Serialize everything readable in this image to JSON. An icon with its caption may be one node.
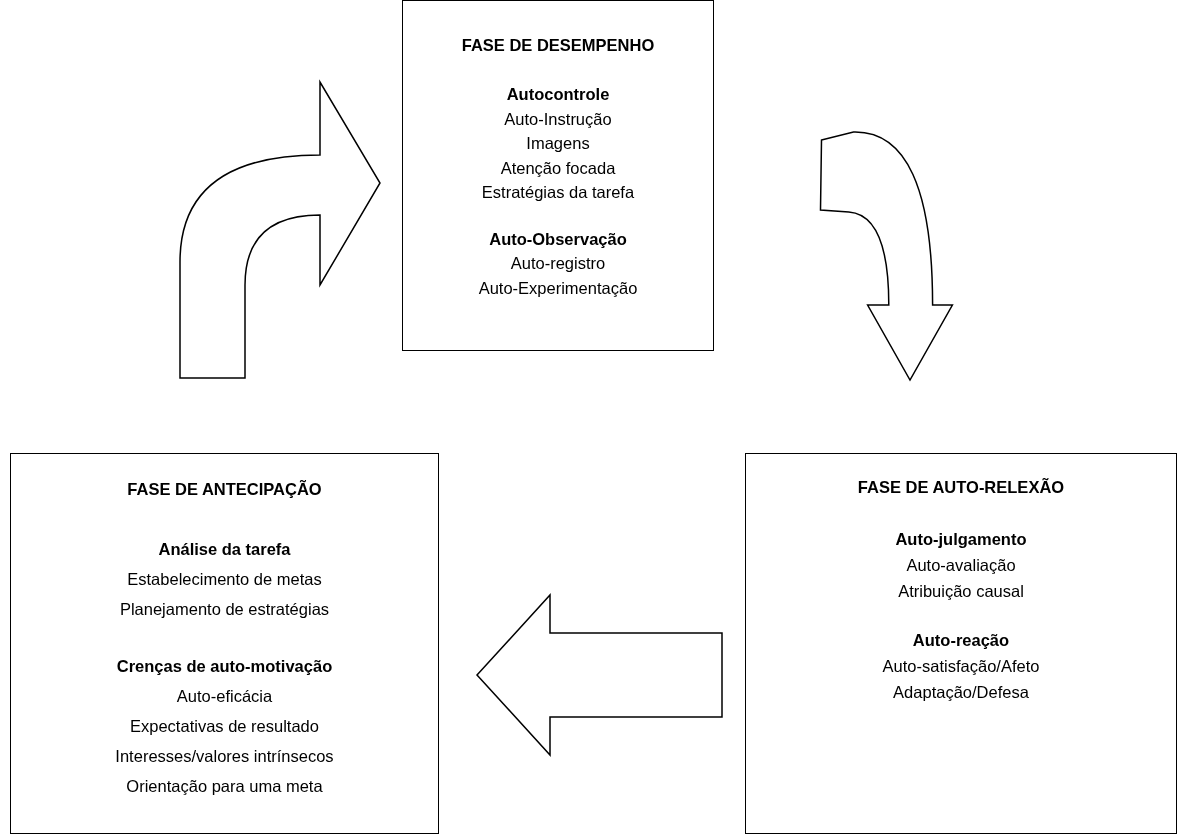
{
  "diagram": {
    "nodes": [
      {
        "text": [
          "FASE DE DESEMPENHO",
          "Autocontrole",
          "Auto-Instrução",
          "Imagens",
          "Atenção focada",
          "Estratégias da tarefa",
          "Auto-Observação",
          "Auto-registro",
          "Auto-Experimentação"
        ]
      },
      {
        "text": [
          "FASE DE ANTECIPAÇÃO",
          "Análise da tarefa",
          "Estabelecimento de metas",
          "Planejamento de estratégias",
          "Crenças de auto-motivação",
          "Auto-eficácia",
          "Expectativas de resultado",
          "Interesses/valores intrínsecos",
          "Orientação para uma meta"
        ]
      },
      {
        "text": [
          "FASE DE AUTO-RELEXÃO",
          "Auto-julgamento",
          "Auto-avaliação",
          "Atribuição causal",
          "Auto-reação",
          "Auto-satisfação/Afeto",
          "Adaptação/Defesa"
        ]
      }
    ],
    "edges": [
      {
        "from": 1,
        "to": 0,
        "arrow": "to"
      },
      {
        "from": 0,
        "to": 2,
        "arrow": "to"
      },
      {
        "from": 2,
        "to": 1,
        "arrow": "to"
      }
    ]
  }
}
